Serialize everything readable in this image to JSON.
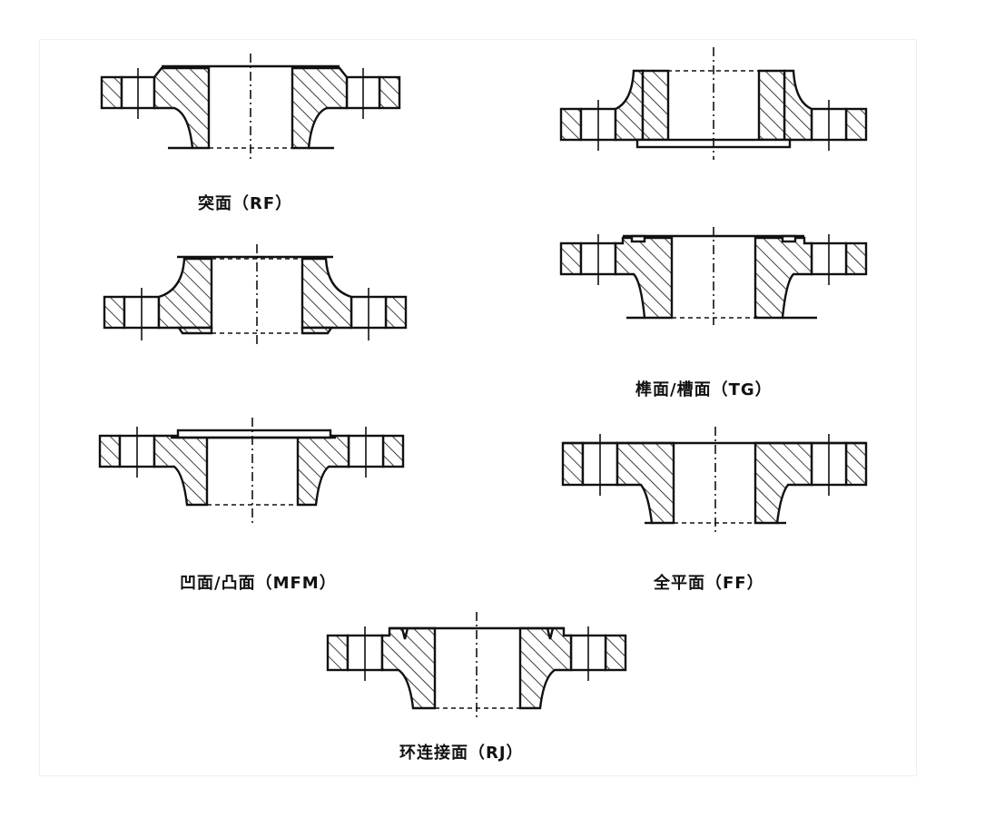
{
  "figures": [
    {
      "id": "rf",
      "caption": "突面（RF）"
    },
    {
      "id": "tg",
      "caption": "榫面/槽面（TG）"
    },
    {
      "id": "wn",
      "caption": ""
    },
    {
      "id": "mfm",
      "caption": "凹面/凸面（MFM）"
    },
    {
      "id": "ff",
      "caption": "全平面（FF）"
    },
    {
      "id": "rj",
      "caption": "环连接面（RJ）"
    }
  ]
}
